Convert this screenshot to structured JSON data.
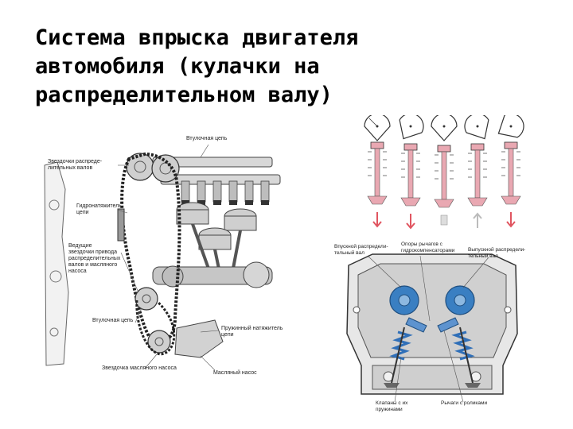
{
  "slide": {
    "title": "Система впрыска двигателя автомобиля (кулачки на распределительном валу)"
  },
  "engine_figure": {
    "labels": {
      "top_chain": "Втулочная цепь",
      "cam_sprockets": "Звездочки распреде-\nлительных валов",
      "tensioner": "Гидронатяжитель\nцепи",
      "drive_sprockets": "Ведущие\nзвездочки привода\nраспределительных\nвалов и масляного\nнасоса",
      "lower_chain": "Втулочная цепь",
      "spring_tensioner": "Пружинный натяжитель\nцепи",
      "oil_pump_sprocket": "Звездочка масляного насоса",
      "oil_pump": "Масляный насос"
    }
  },
  "head_figure": {
    "labels": {
      "intake_cam": "Впускной распредели-\nтельный вал",
      "rocker_supports": "Опоры рычагов с\nгидрокомпенсаторами",
      "exhaust_cam": "Выпускной распредели-\nтельный вал",
      "valves": "Клапаны с их\nпружинами",
      "rockers": "Рычаги с роликами"
    }
  },
  "colors": {
    "valve_pink": "#e9a8b2",
    "cam_blue": "#3a7fc2",
    "spring_blue": "#2f6fb8",
    "arrow_red": "#e05560",
    "line_gray": "#555555"
  }
}
